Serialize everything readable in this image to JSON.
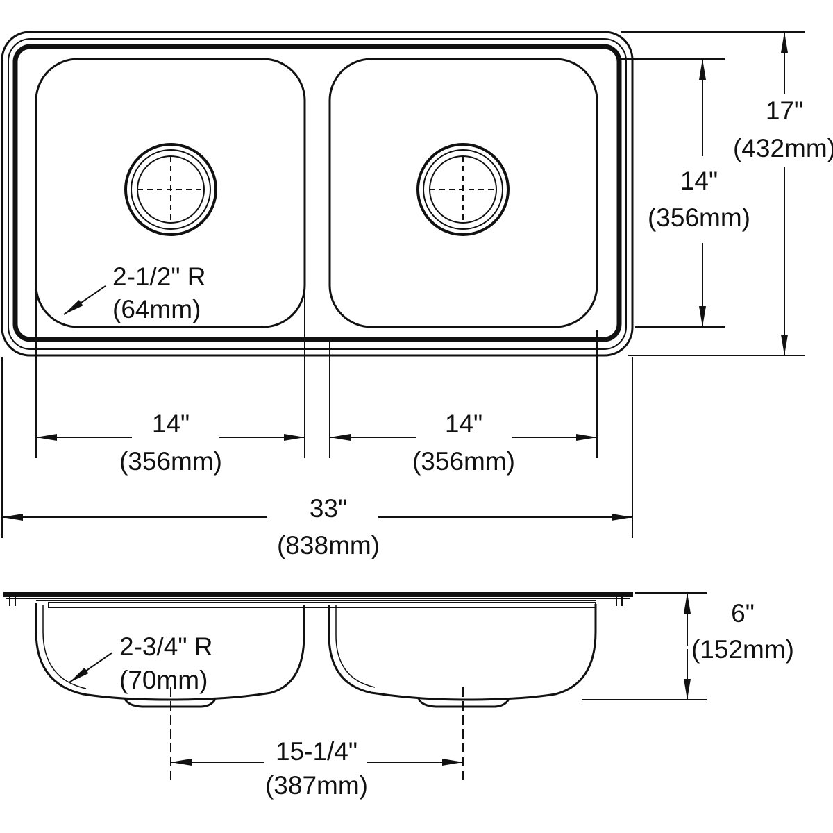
{
  "colors": {
    "line": "#111111",
    "background": "#ffffff"
  },
  "top_view": {
    "overall_width": {
      "inches": "33\"",
      "mm": "(838mm)"
    },
    "overall_depth": {
      "inches": "17\"",
      "mm": "(432mm)"
    },
    "bowl_depth": {
      "inches": "14\"",
      "mm": "(356mm)"
    },
    "left_bowl_width": {
      "inches": "14\"",
      "mm": "(356mm)"
    },
    "right_bowl_width": {
      "inches": "14\"",
      "mm": "(356mm)"
    },
    "corner_radius": {
      "inches": "2-1/2\" R",
      "mm": "(64mm)"
    }
  },
  "side_view": {
    "bowl_height": {
      "inches": "6\"",
      "mm": "(152mm)"
    },
    "drain_spacing": {
      "inches": "15-1/4\"",
      "mm": "(387mm)"
    },
    "bottom_radius": {
      "inches": "2-3/4\" R",
      "mm": "(70mm)"
    }
  }
}
